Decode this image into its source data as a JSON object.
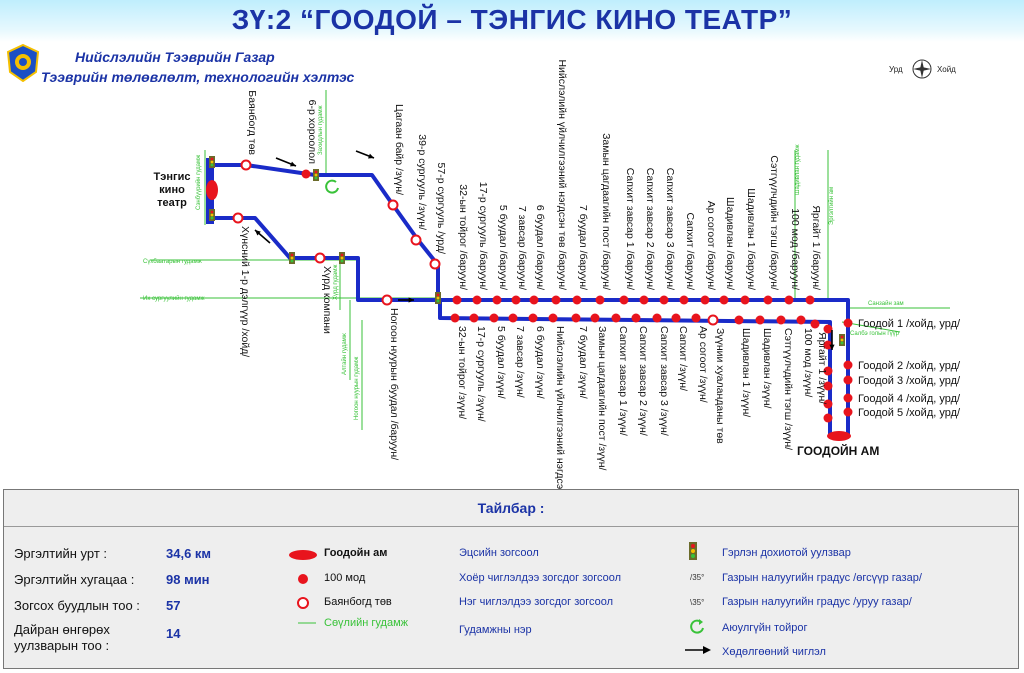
{
  "header": {
    "route_title": "ЗҮ:2 “ГООДОЙ – ТЭНГИС КИНО ТЕАТР”",
    "org_name": "Нийслэлийн Тээврийн Газар",
    "org_dept": "Тээврийн төлөвлөлт, технологийн хэлтэс"
  },
  "compass": {
    "left": "Урд",
    "right": "Хойд"
  },
  "terminals": {
    "west": "Тэнгис кино театр",
    "east": "ГООДОЙН АМ"
  },
  "upper_stops": [
    "Баянбогд төв",
    "6-р хороолол",
    "Цагаан байр /зүүн/",
    "39-р сургууль /зүүн/",
    "57-р сургууль /урд/",
    "32-ын тойрог /баруун/",
    "17-р сургууль /баруун/",
    "5 буудал /баруун/",
    "7 завсар /баруун/",
    "6 буудал /баруун/",
    "Нийслэлийн үйлчилгээний нэгдсэн төв /баруун/",
    "7 буудал /баруун/",
    "Замын цагдаагийн пост /баруун/",
    "Сапхит завсар 1 /баруун/",
    "Сапхит завсар 2 /баруун/",
    "Сапхит завсар 3 /баруун/",
    "Сапхит /баруун/",
    "Ар согоот /баруун/",
    "Шадивлан /баруун/",
    "Шадивлан 1 /баруун/",
    "Сэтгүүлчдийн тэгш /баруун/",
    "100 мод /баруун/",
    "Яргайт 1 /баруун/"
  ],
  "lower_stops": [
    "Хүнсний 1-р дэлгүүр /хойд/",
    "Хүрд компани",
    "Ногоон нуурын буудал /баруун/",
    "32-ын тойрог /зүүн/",
    "17-р сургууль /зүүн/",
    "5 буудал /зүүн/",
    "7 завсар /зүүн/",
    "6 буудал /зүүн/",
    "Нийслэлийн үйлчилгээний нэгдсэн төв /зүүн/",
    "7 буудал /зүүн/",
    "Замын цагдаагийн пост /зүүн/",
    "Сапхит завсар 1 /зүүн/",
    "Сапхит завсар 2 /зүүн/",
    "Сапхит завсар 3 /зүүн/",
    "Сапхит /зүүн/",
    "Ар согоот /зүүн/",
    "Зүүнии хуаланданы төв",
    "Шадивлан 1 /зүүн/",
    "Шадивлан /зүүн/",
    "Сэтгүүлчдийн тэгш /зүүн/",
    "100 мод /зүүн/",
    "Яргайт 1 /зүүн/"
  ],
  "goodoi_stops": [
    "Гоодой 1 /хойд, урд/",
    "Гоодой 2 /хойд, урд/",
    "Гоодой 3 /хойд, урд/",
    "Гоодой 4 /хойд, урд/",
    "Гоодой 5 /хойд, урд/"
  ],
  "streets": [
    "Сэнбүүрийн гудамж",
    "Сүхбаатарын гудамж",
    "Их сургуулийн гудамж",
    "Захидлын гудамж",
    "Хүрд гудамж",
    "Алтайн гудамж",
    "Ногоон нуурын гудамж",
    "Санзайн зам",
    "Салбэ голын гүүр",
    "Эргэлтийн ам",
    "Шадивлан гудамж"
  ],
  "legend": {
    "title": "Тайлбар :",
    "stats": [
      {
        "label": "Эргэлтийн урт :",
        "value": "34,6 км"
      },
      {
        "label": "Эргэлтийн хугацаа :",
        "value": "98 мин"
      },
      {
        "label": "Зогсох буудлын тоо :",
        "value": "57"
      },
      {
        "label": "Дайран өнгөрөх уулзварын тоо :",
        "value": "14"
      }
    ],
    "col2": [
      "Гоодойн ам",
      "100 мод",
      "Баянбогд төв",
      "Сөүлийн гудамж"
    ],
    "col3": [
      "Эцсийн зогсоол",
      "Хоёр чиглэлдээ зогсдог зогсоол",
      "Нэг чиглэлдээ зогсдог зогсоол",
      "Гудамжны нэр"
    ],
    "col4": [
      "Гэрлэн дохиотой уулзвар",
      "Газрын налуугийн градус /өгсүүр газар/",
      "Газрын налуугийн градус /уруу газар/",
      "Аюулгүйн тойрог",
      "Хөдөлгөөний чиглэл"
    ],
    "slope_up": "/35°",
    "slope_down": "\\35°"
  },
  "colors": {
    "route": "#1a2bc8",
    "stop": "#e8141d",
    "street": "#39c239",
    "title": "#1b33a6"
  }
}
